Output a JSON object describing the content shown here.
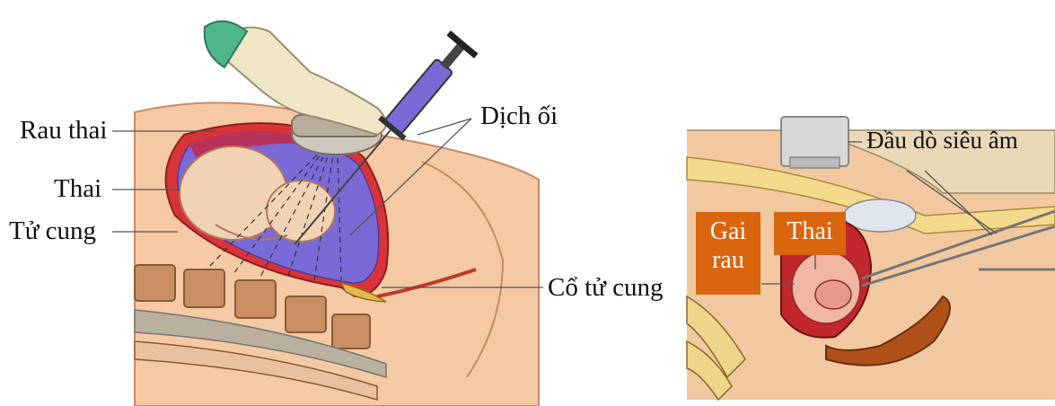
{
  "left_diagram": {
    "labels": {
      "placenta": "Rau thai",
      "fetus": "Thai",
      "uterus": "Tử cung",
      "amniotic_fluid": "Dịch ối",
      "cervix": "Cổ tử cung"
    }
  },
  "right_diagram": {
    "labels": {
      "ultrasound_probe": "Đầu dò siêu âm",
      "chorionic_villi_line1": "Gai",
      "chorionic_villi_line2": "rau",
      "fetus": "Thai"
    },
    "label_box_color": "#d9650f"
  },
  "colors": {
    "skin": "#f4c9a3",
    "uterus_wall": "#d9333a",
    "amniotic_sac": "#7a6ad6",
    "spine": "#c98f63"
  }
}
